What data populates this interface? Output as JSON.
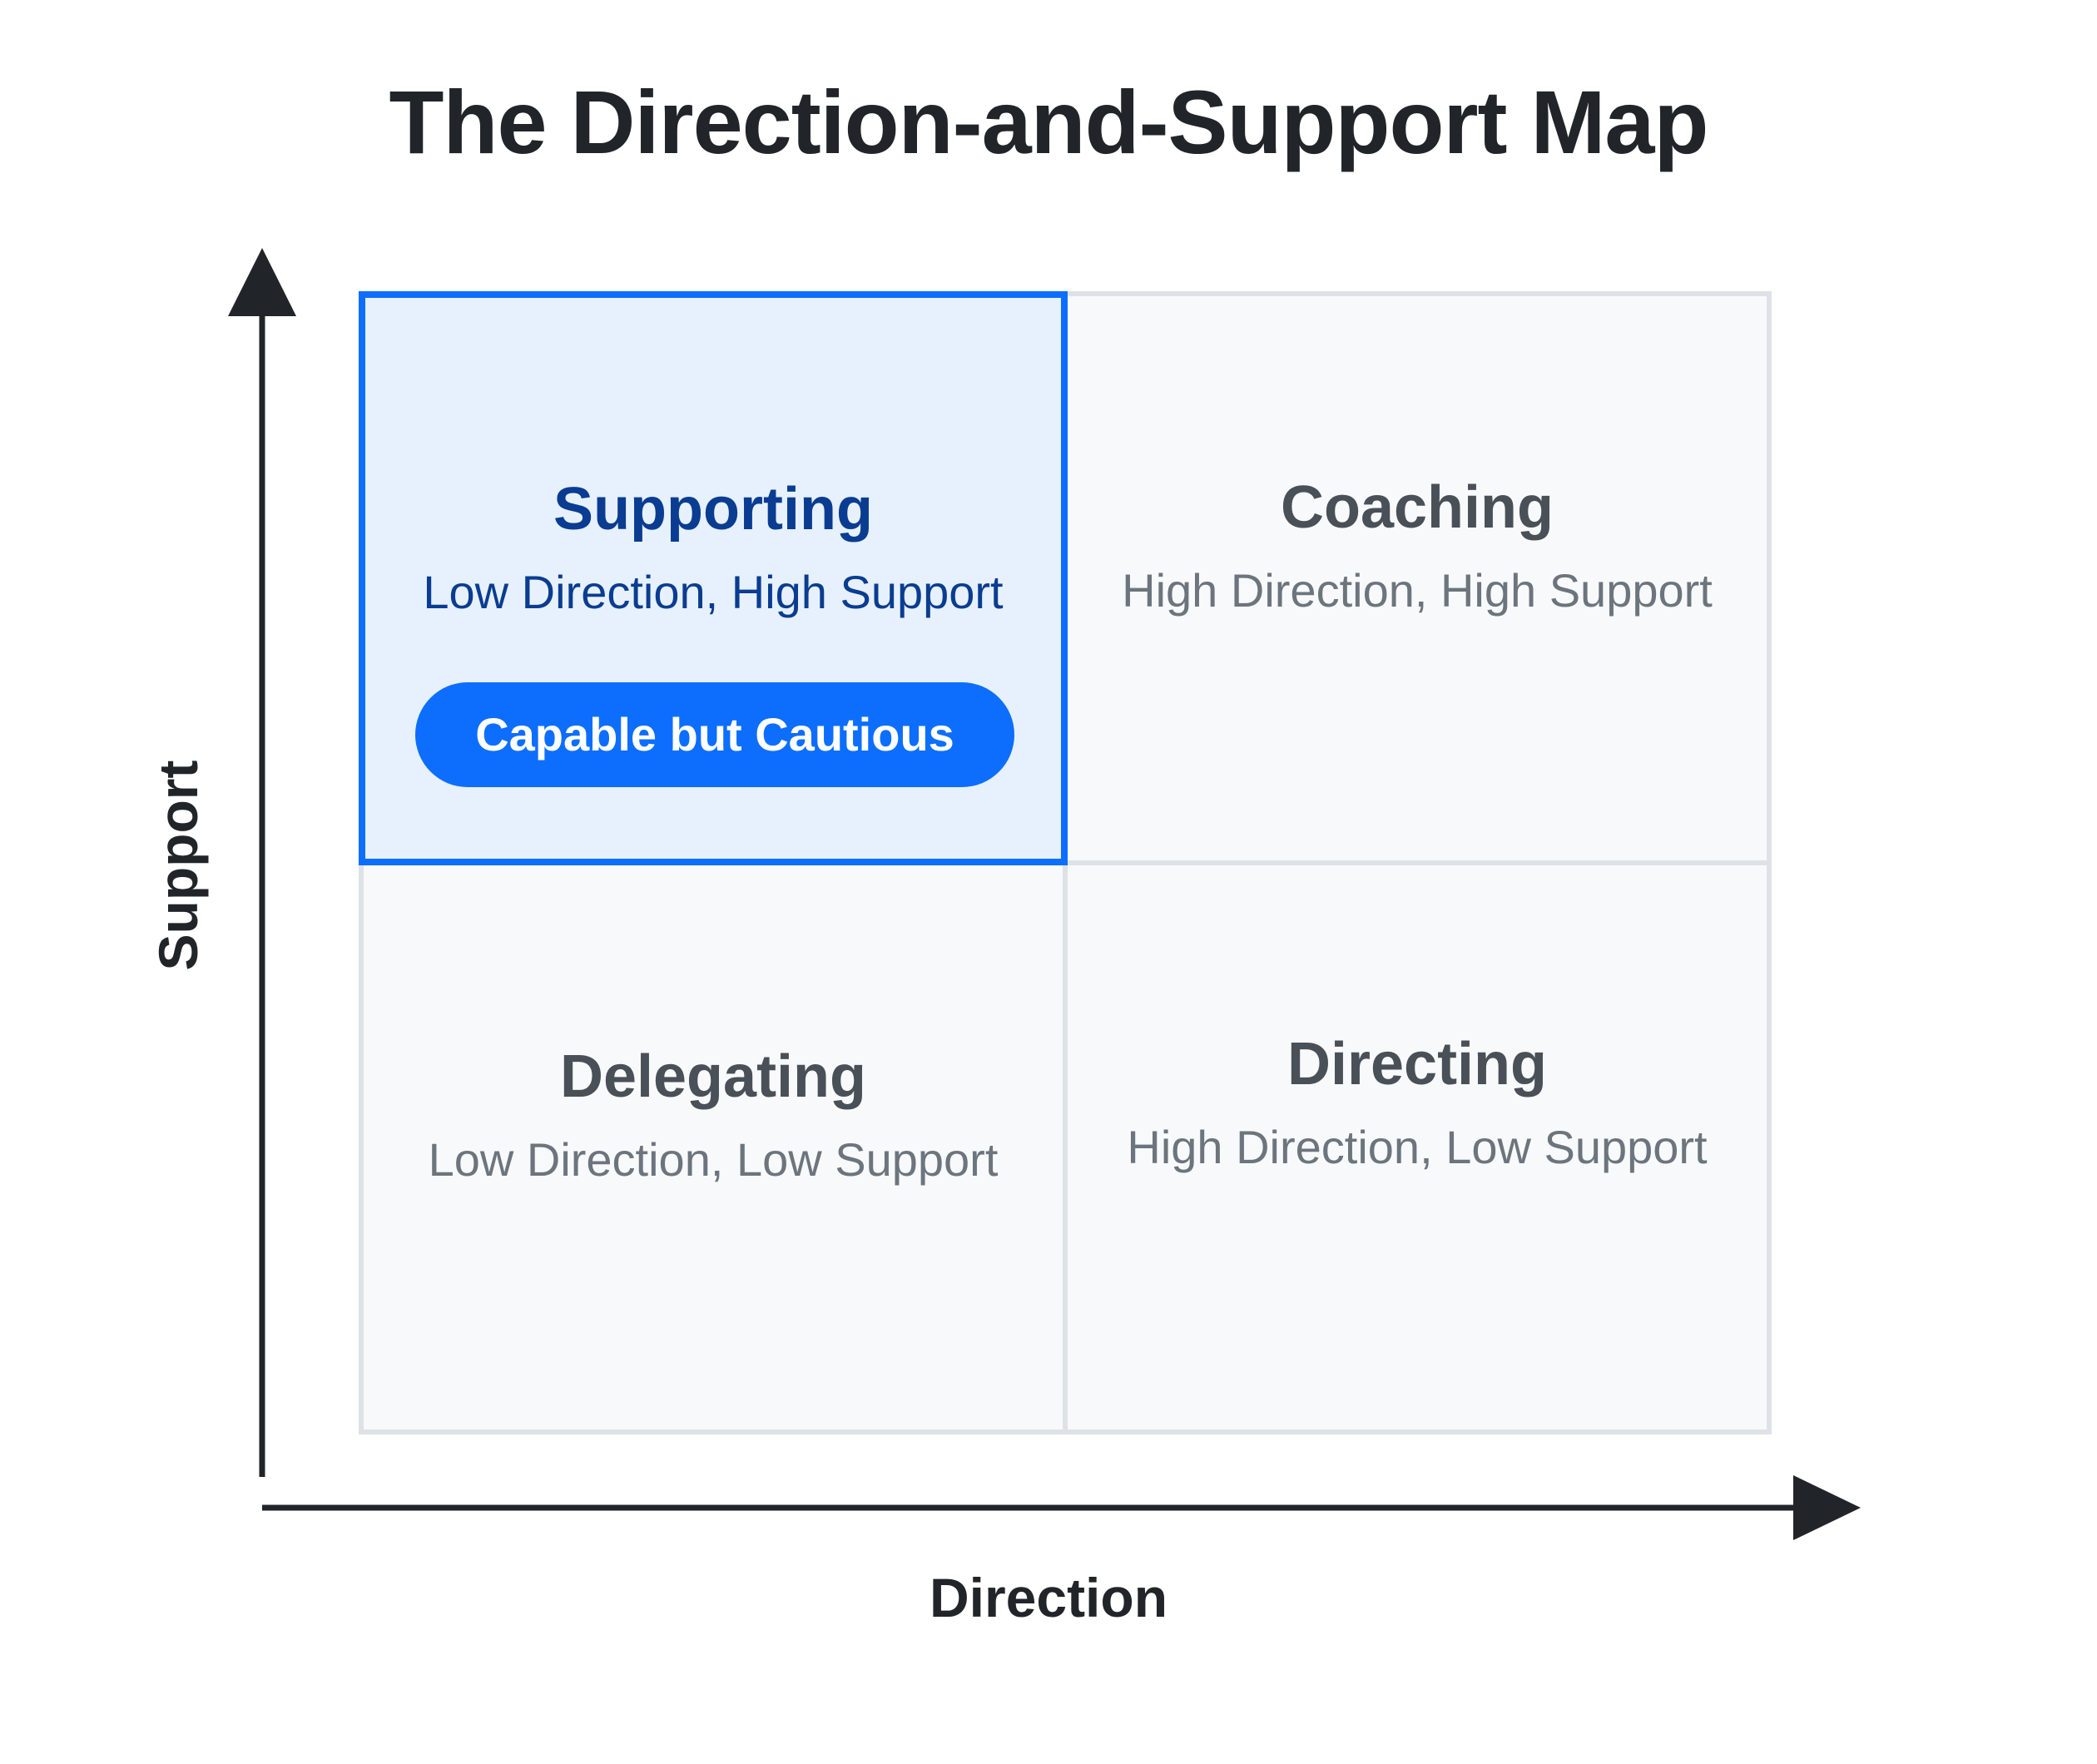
{
  "title": "The Direction-and-Support Map",
  "axes": {
    "x_label": "Direction",
    "y_label": "Support"
  },
  "quadrants": {
    "top_left": {
      "name": "Supporting",
      "description": "Low Direction, High Support",
      "highlighted": true,
      "tag": "Capable but Cautious"
    },
    "top_right": {
      "name": "Coaching",
      "description": "High Direction, High Support",
      "highlighted": false
    },
    "bottom_left": {
      "name": "Delegating",
      "description": "Low Direction, Low Support",
      "highlighted": false
    },
    "bottom_right": {
      "name": "Directing",
      "description": "High Direction, Low Support",
      "highlighted": false
    }
  },
  "colors": {
    "highlight_border": "#0d6efd",
    "highlight_fill": "#e7f1fd",
    "highlight_text": "#0a3d91",
    "quadrant_fill": "#f8f9fa",
    "quadrant_border": "#dee2e6",
    "axis": "#212529"
  }
}
